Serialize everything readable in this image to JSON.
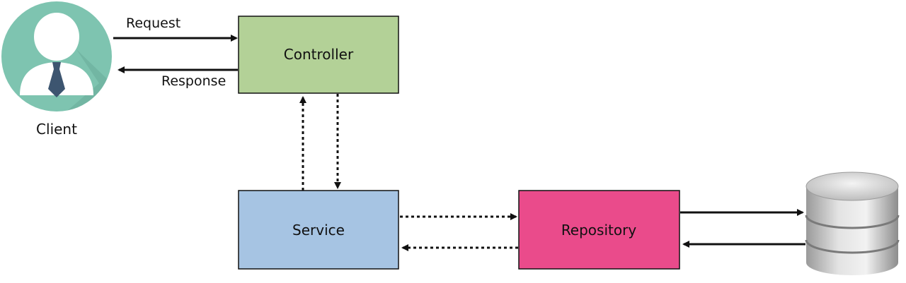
{
  "client": {
    "label": "Client",
    "avatar_color": "#7ec4b0",
    "icon": "user-avatar-icon"
  },
  "edges": {
    "request_label": "Request",
    "response_label": "Response"
  },
  "boxes": {
    "controller": {
      "label": "Controller",
      "color": "#b3d197"
    },
    "service": {
      "label": "Service",
      "color": "#a6c4e3"
    },
    "repository": {
      "label": "Repository",
      "color": "#ea4b8b"
    }
  },
  "database": {
    "icon": "database-icon"
  }
}
